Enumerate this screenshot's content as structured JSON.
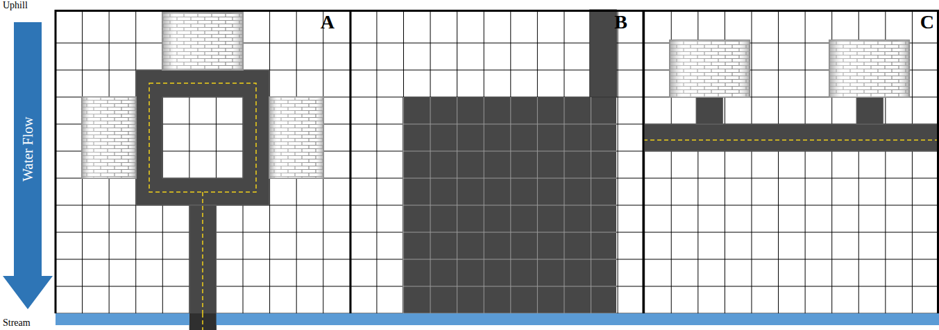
{
  "diagram": {
    "labels": [
      "Uphill",
      "Water Flow",
      "Stream",
      "A",
      "B",
      "C"
    ]
  }
}
